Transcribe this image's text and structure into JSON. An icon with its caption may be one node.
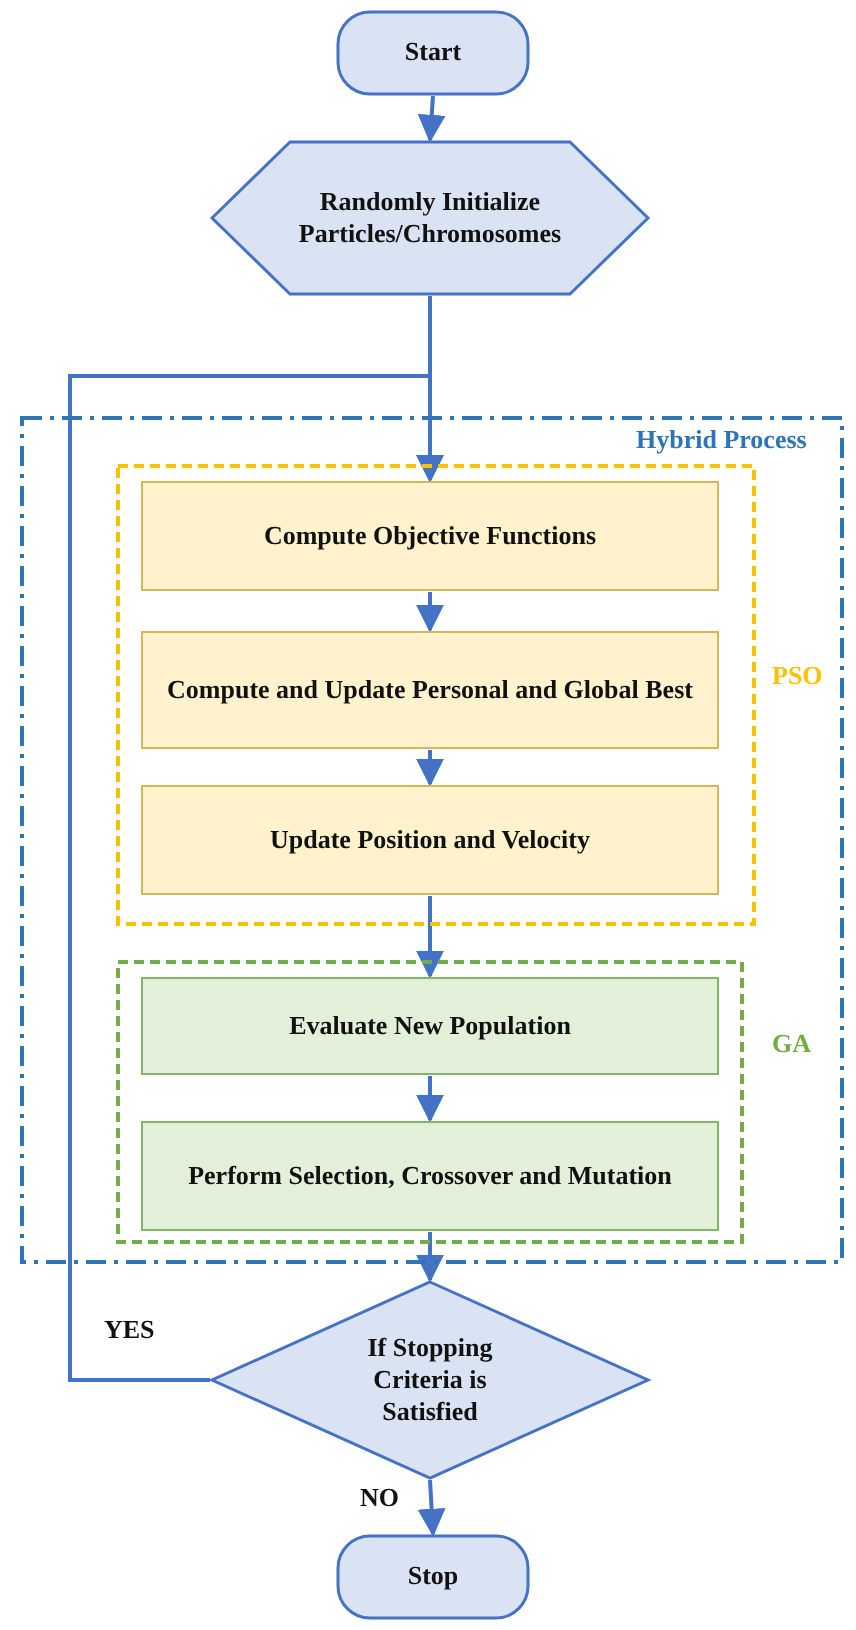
{
  "diagram": {
    "nodes": [
      {
        "text": [
          "Start"
        ]
      },
      {
        "text": [
          "Randomly Initialize Particles/Chromosomes"
        ]
      },
      {
        "text": [
          "Hybrid Process"
        ]
      },
      {
        "text": [
          "PSO"
        ],
        "in": 2
      },
      {
        "text": [
          "Compute Objective Functions"
        ],
        "in": 3
      },
      {
        "text": [
          "Compute and Update Personal and Global Best"
        ],
        "in": 3
      },
      {
        "text": [
          "Update Position and Velocity"
        ],
        "in": 3
      },
      {
        "text": [
          "GA"
        ],
        "in": 2
      },
      {
        "text": [
          "Evaluate New Population"
        ],
        "in": 7
      },
      {
        "text": [
          "Perform Selection, Crossover and Mutation"
        ],
        "in": 7
      },
      {
        "text": [
          "If Stopping Criteria is Satisfied"
        ]
      },
      {
        "text": [
          "Stop"
        ]
      }
    ],
    "edges": [
      {
        "from": 0,
        "to": 1,
        "arrow": "to"
      },
      {
        "from": 1,
        "to": 4,
        "arrow": "to"
      },
      {
        "from": 4,
        "to": 5,
        "arrow": "to"
      },
      {
        "from": 5,
        "to": 6,
        "arrow": "to"
      },
      {
        "from": 6,
        "to": 8,
        "arrow": "to"
      },
      {
        "from": 8,
        "to": 9,
        "arrow": "to"
      },
      {
        "from": 9,
        "to": 10,
        "arrow": "to"
      },
      {
        "from": 10,
        "to": 4,
        "arrow": "to",
        "label": "YES"
      },
      {
        "from": 10,
        "to": 11,
        "arrow": "to",
        "label": "NO"
      }
    ]
  }
}
